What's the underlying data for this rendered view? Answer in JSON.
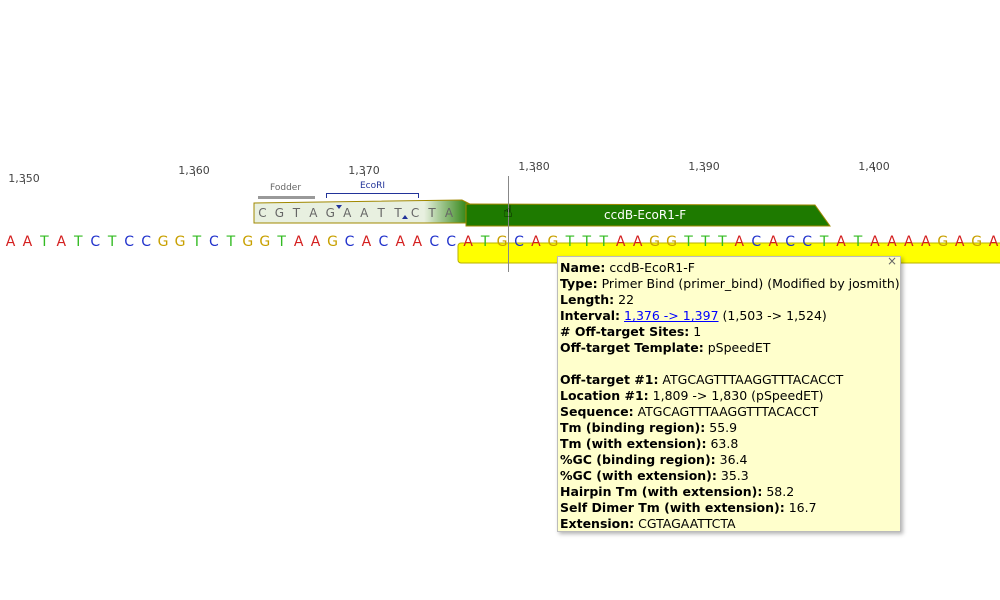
{
  "ruler": {
    "labels": [
      "1,350",
      "1,360",
      "1,370",
      "1,380",
      "1,390",
      "1,400"
    ]
  },
  "sequence": "AATATCTCCGGTCTGGTAAGCACAACCATGCAGTTTAAGGTTTACACCTATAAAAGAGA",
  "base_colors": {
    "A": "#d42020",
    "T": "#33bb22",
    "C": "#2233cc",
    "G": "#c8a000"
  },
  "annotations": {
    "fodder_label": "Fodder",
    "ecori_label": "EcoRI",
    "primer_label": "ccdB-EcoR1-F",
    "primer_color": "#1e7a00",
    "extension": "CGTAGAATTCTA",
    "yellow_feature_color": "#ffff00"
  },
  "tooltip": {
    "close": "×",
    "rows": [
      {
        "k": "Name:",
        "v": "ccdB-EcoR1-F"
      },
      {
        "k": "Type:",
        "v": "Primer Bind (primer_bind) (Modified by josmith)"
      },
      {
        "k": "Length:",
        "v": "22"
      },
      {
        "k": "Interval:",
        "link": "1,376 -> 1,397",
        "v": "(1,503 -> 1,524)"
      },
      {
        "k": "# Off-target Sites:",
        "v": "1"
      },
      {
        "k": "Off-target Template:",
        "v": "pSpeedET"
      },
      {
        "k": "",
        "v": ""
      },
      {
        "k": "Off-target #1:",
        "v": "ATGCAGTTTAAGGTTTACACCT"
      },
      {
        "k": "Location #1:",
        "v": "1,809 -> 1,830 (pSpeedET)"
      },
      {
        "k": "Sequence:",
        "v": "ATGCAGTTTAAGGTTTACACCT"
      },
      {
        "k": "Tm (binding region):",
        "v": "55.9"
      },
      {
        "k": "Tm (with extension):",
        "v": "63.8"
      },
      {
        "k": "%GC (binding region):",
        "v": "36.4"
      },
      {
        "k": "%GC (with extension):",
        "v": "35.3"
      },
      {
        "k": "Hairpin Tm (with extension):",
        "v": "58.2"
      },
      {
        "k": "Self Dimer Tm (with extension):",
        "v": "16.7"
      },
      {
        "k": "Extension:",
        "v": "CGTAGAATTCTA"
      }
    ]
  }
}
